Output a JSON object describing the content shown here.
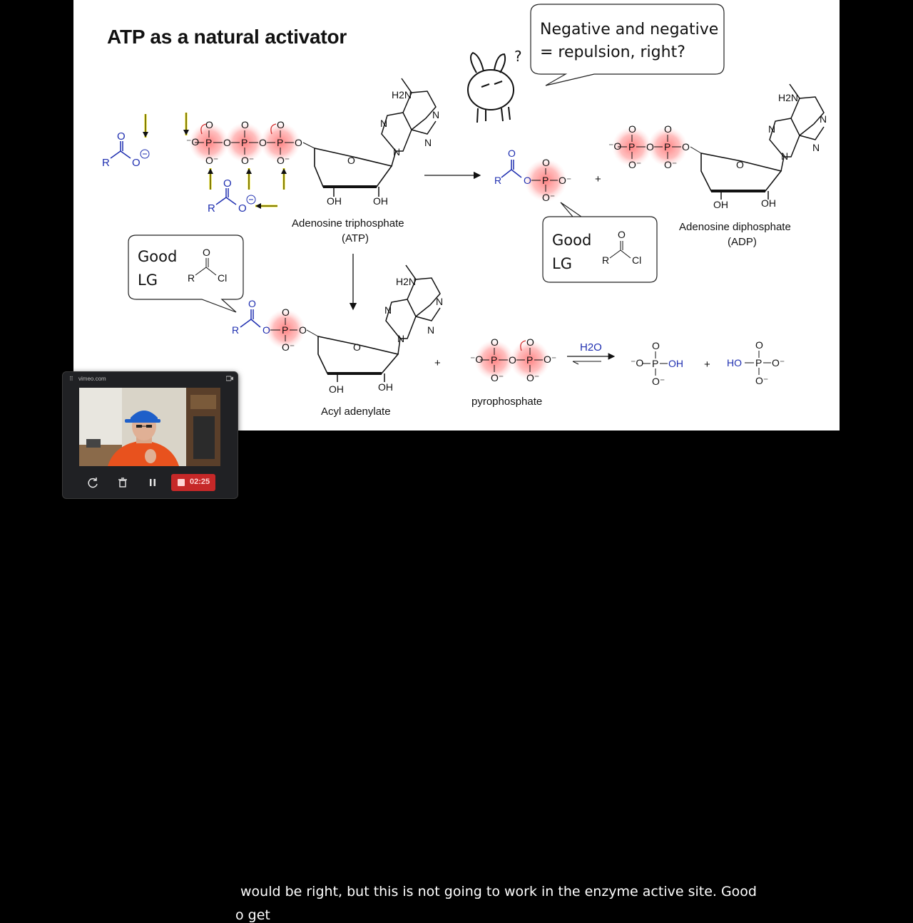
{
  "slide": {
    "title": "ATP as a natural activator",
    "bubble_top": {
      "line1": "Negative and negative",
      "line2": "= repulsion, right?"
    },
    "bubble_left": {
      "line1": "Good",
      "line2": "LG"
    },
    "bubble_right": {
      "line1": "Good",
      "line2": "LG"
    },
    "labels": {
      "atp_name": "Adenosine triphosphate",
      "atp_abbr": "(ATP)",
      "adp_name": "Adenosine diphosphate",
      "adp_abbr": "(ADP)",
      "acyl": "Acyl adenylate",
      "pyro": "pyrophosphate",
      "water": "H2O",
      "plus": "+"
    },
    "atoms": {
      "R": "R",
      "O": "O",
      "P": "P",
      "Cl": "Cl",
      "N": "N",
      "NH2": "H2N",
      "OH": "OH",
      "HO": "HO"
    }
  },
  "subtitles": {
    "line1": "would be right, but this is not going to work in the enzyme active site. Good",
    "line2": "o get"
  },
  "recorder": {
    "domain": "vimeo.com",
    "time": "02:25",
    "icons": [
      "restart-icon",
      "trash-icon",
      "pause-icon",
      "stop-icon",
      "camera-icon",
      "grip-icon"
    ],
    "colors": {
      "stop": "#c62828",
      "panel": "#202124"
    }
  },
  "colors": {
    "blue": "#1f2fb0",
    "red_glow": "#e53935",
    "arrow_yellow": "#f2e600",
    "black": "#111111"
  }
}
